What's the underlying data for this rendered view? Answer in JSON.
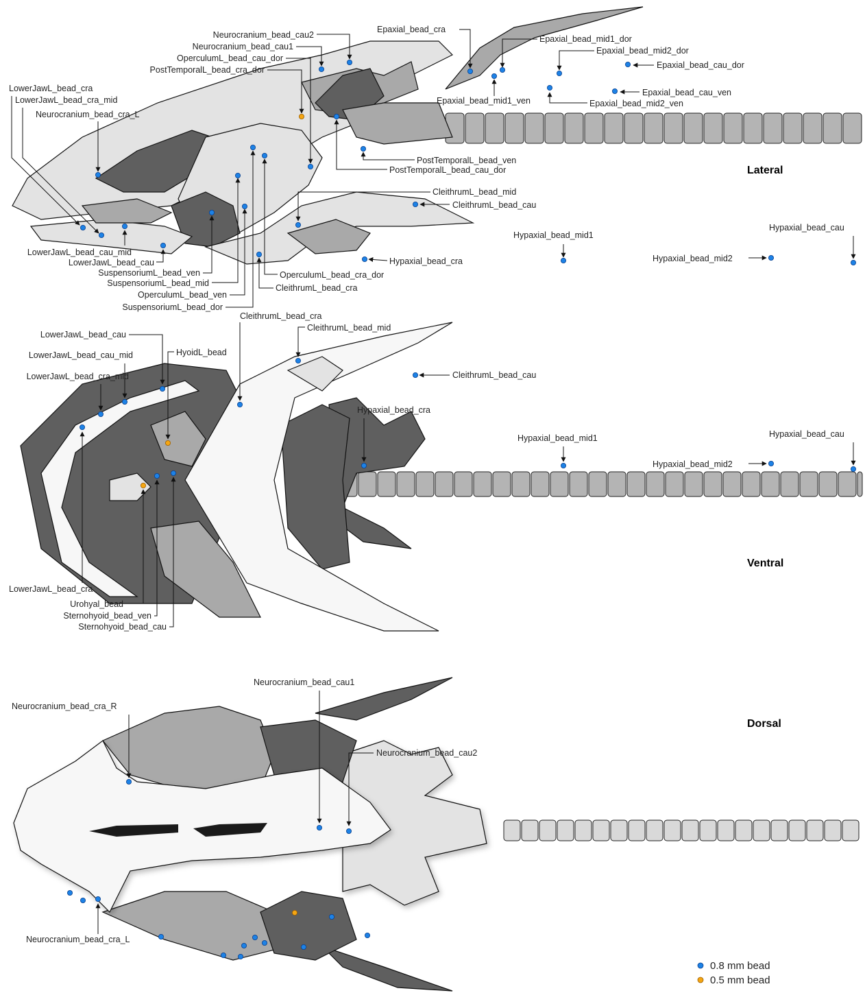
{
  "views": {
    "lateral": {
      "title": "Lateral",
      "labels": {
        "neurocranium_bead_cau2": "Neurocranium_bead_cau2",
        "neurocranium_bead_cau1": "Neurocranium_bead_cau1",
        "operculuml_bead_cau_dor": "OperculumL_bead_cau_dor",
        "posttemporall_bead_cra_dor": "PostTemporalL_bead_cra_dor",
        "lowerjawl_bead_cra": "LowerJawL_bead_cra",
        "lowerjawl_bead_cra_mid": "LowerJawL_bead_cra_mid",
        "neurocranium_bead_cra_l": "Neurocranium_bead_cra_L",
        "epaxial_bead_cra": "Epaxial_bead_cra",
        "epaxial_bead_mid1_dor": "Epaxial_bead_mid1_dor",
        "epaxial_bead_mid2_dor": "Epaxial_bead_mid2_dor",
        "epaxial_bead_cau_dor": "Epaxial_bead_cau_dor",
        "epaxial_bead_cau_ven": "Epaxial_bead_cau_ven",
        "epaxial_bead_mid1_ven": "Epaxial_bead_mid1_ven",
        "epaxial_bead_mid2_ven": "Epaxial_bead_mid2_ven",
        "posttemporall_bead_ven": "PostTemporalL_bead_ven",
        "posttemporall_bead_cau_dor": "PostTemporalL_bead_cau_dor",
        "cleithruml_bead_mid": "CleithrumL_bead_mid",
        "cleithruml_bead_cau": "CleithrumL_bead_cau",
        "hypaxial_bead_mid1": "Hypaxial_bead_mid1",
        "hypaxial_bead_cau": "Hypaxial_bead_cau",
        "hypaxial_bead_mid2": "Hypaxial_bead_mid2",
        "hypaxial_bead_cra": "Hypaxial_bead_cra",
        "lowerjawl_bead_cau_mid": "LowerJawL_bead_cau_mid",
        "lowerjawl_bead_cau": "LowerJawL_bead_cau",
        "suspensoriuml_bead_ven": "SuspensoriumL_bead_ven",
        "suspensoriuml_bead_mid": "SuspensoriumL_bead_mid",
        "operculuml_bead_ven": "OperculumL_bead_ven",
        "suspensoriuml_bead_dor": "SuspensoriumL_bead_dor",
        "operculuml_bead_cra_dor": "OperculumL_bead_cra_dor",
        "cleithruml_bead_cra": "CleithrumL_bead_cra"
      }
    },
    "ventral": {
      "title": "Ventral",
      "labels": {
        "lowerjawl_bead_cau": "LowerJawL_bead_cau",
        "lowerjawl_bead_cau_mid": "LowerJawL_bead_cau_mid",
        "lowerjawl_bead_cra_mid": "LowerJawL_bead_cra_mid",
        "hyoidl_bead": "HyoidL_bead",
        "cleithruml_bead_cra": "CleithrumL_bead_cra",
        "cleithruml_bead_mid": "CleithrumL_bead_mid",
        "cleithruml_bead_cau": "CleithrumL_bead_cau",
        "hypaxial_bead_cra": "Hypaxial_bead_cra",
        "hypaxial_bead_mid1": "Hypaxial_bead_mid1",
        "hypaxial_bead_cau": "Hypaxial_bead_cau",
        "hypaxial_bead_mid2": "Hypaxial_bead_mid2",
        "lowerjawl_bead_cra": "LowerJawL_bead_cra",
        "urohyal_bead": "Urohyal_bead",
        "sternohyoid_bead_ven": "Sternohyoid_bead_ven",
        "sternohyoid_bead_cau": "Sternohyoid_bead_cau"
      }
    },
    "dorsal": {
      "title": "Dorsal",
      "labels": {
        "neurocranium_bead_cau1": "Neurocranium_bead_cau1",
        "neurocranium_bead_cra_r": "Neurocranium_bead_cra_R",
        "neurocranium_bead_cau2": "Neurocranium_bead_cau2",
        "neurocranium_bead_cra_l": "Neurocranium_bead_cra_L"
      }
    }
  },
  "legend": {
    "large": {
      "label": "0.8 mm bead",
      "color": "#1d82e6"
    },
    "small": {
      "label": "0.5 mm bead",
      "color": "#f5a612"
    }
  }
}
